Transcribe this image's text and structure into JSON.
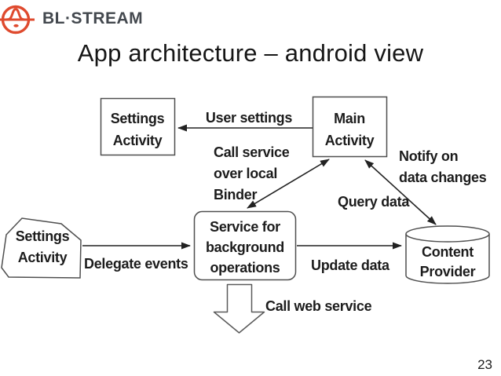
{
  "logo": {
    "brand": "BL·STREAM"
  },
  "slide": {
    "title": "App architecture – android view",
    "page_number": "23"
  },
  "colors": {
    "logo_accent": "#DF4A2E",
    "logo_text": "#43484E",
    "ink": "#1C1C1C",
    "box_stroke": "#4F4F4F",
    "background": "#FFFFFF"
  },
  "diagram": {
    "nodes": {
      "settings_top": {
        "shape": "rectangle",
        "lines": [
          "Settings",
          "Activity"
        ]
      },
      "main": {
        "shape": "rectangle",
        "lines": [
          "Main",
          "Activity"
        ]
      },
      "settings_left": {
        "shape": "sketched-box",
        "lines": [
          "Settings",
          "Activity"
        ]
      },
      "service": {
        "shape": "rounded-rectangle",
        "lines": [
          "Service for",
          "background",
          "operations"
        ]
      },
      "content_provider": {
        "shape": "cylinder",
        "lines": [
          "Content",
          "Provider"
        ]
      }
    },
    "edges": {
      "user_settings": {
        "label": "User settings",
        "from": "main",
        "to": "settings_top",
        "style": "arrow"
      },
      "call_service": {
        "label_lines": [
          "Call service",
          "over local",
          "Binder"
        ],
        "from": "main",
        "to": "service",
        "style": "double-arrow"
      },
      "notify": {
        "label_lines": [
          "Notify on",
          "data changes"
        ],
        "from": "content_provider",
        "to": "main",
        "style": "double-arrow"
      },
      "query_data": {
        "label": "Query data",
        "from": "main",
        "to": "content_provider",
        "style": "double-arrow"
      },
      "delegate_events": {
        "label": "Delegate events",
        "from": "settings_left",
        "to": "service",
        "style": "arrow"
      },
      "update_data": {
        "label": "Update data",
        "from": "service",
        "to": "content_provider",
        "style": "arrow"
      },
      "call_web_service": {
        "label": "Call web service",
        "from": "service",
        "style": "block-arrow-down"
      }
    }
  }
}
